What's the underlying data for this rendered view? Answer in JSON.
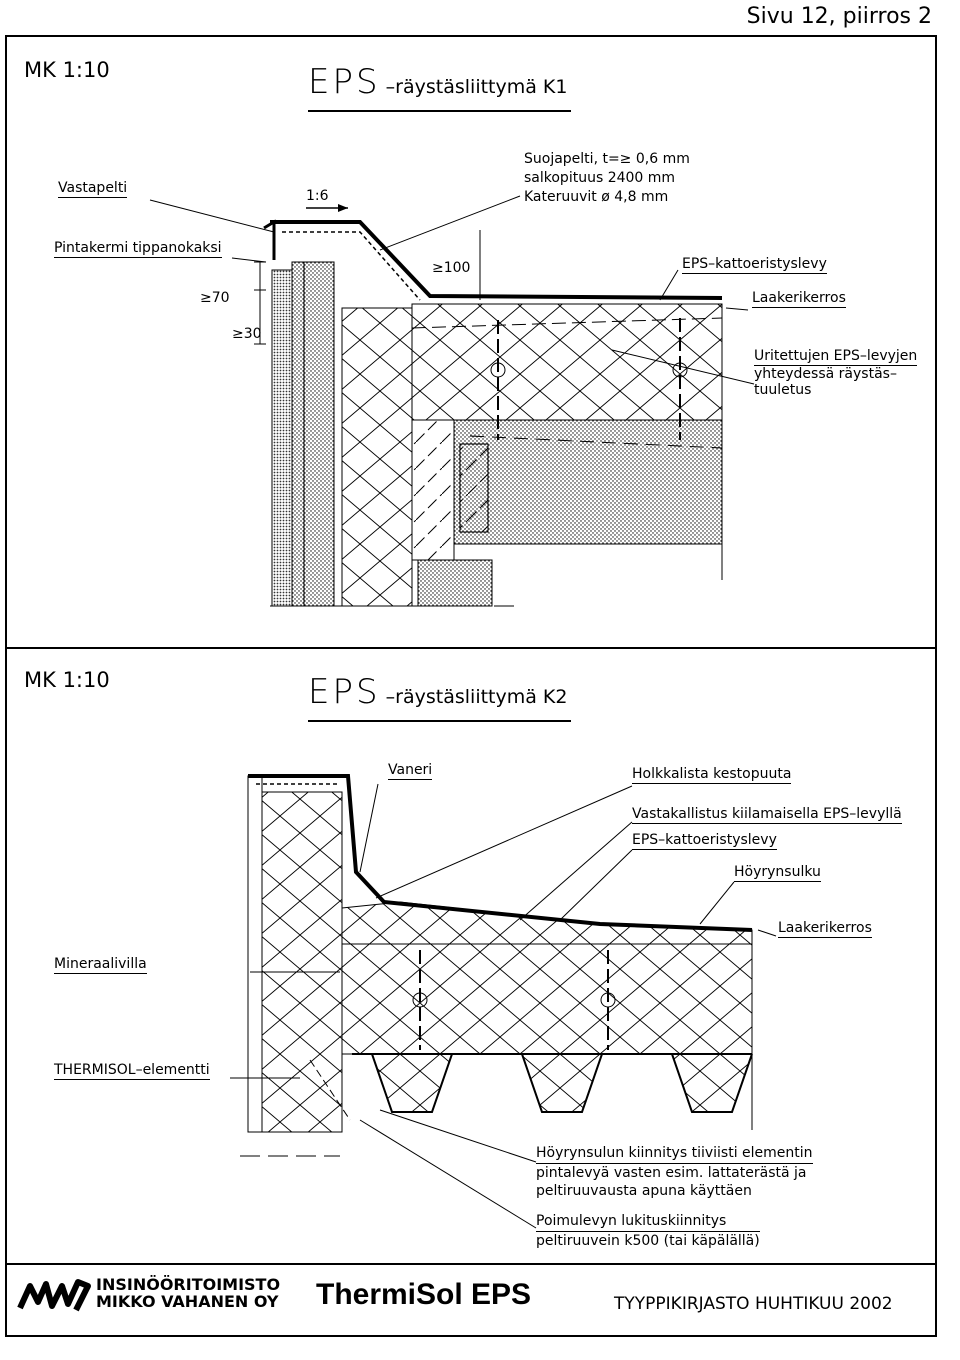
{
  "page_label": "Sivu 12, piirros 2",
  "colors": {
    "ink": "#000000",
    "paper": "#ffffff"
  },
  "detail_k1": {
    "scale": "MK 1:10",
    "title_main": "EPS",
    "title_rest": "–räystäsliittymä K1",
    "slope": "1:6",
    "dim_min_100": "≥100",
    "dim_min_70": "≥70",
    "dim_min_30": "≥30",
    "labels": {
      "vastapelti": "Vastapelti",
      "suojapelti": [
        "Suojapelti, t=≥ 0,6 mm",
        "salkopituus 2400 mm",
        "Kateruuvit ø 4,8 mm"
      ],
      "pintakermi": "Pintakermi tippanokaksi",
      "eps_kattoeristyslevy": "EPS–kattoeristyslevy",
      "laakerikerros": "Laakerikerros",
      "uritettujen": [
        "Uritettujen EPS–levyjen",
        "yhteydessä räystäs–",
        "tuuletus"
      ]
    }
  },
  "detail_k2": {
    "scale": "MK 1:10",
    "title_main": "EPS",
    "title_rest": "–räystäsliittymä K2",
    "labels": {
      "vaneri": "Vaneri",
      "holkkalista": "Holkkalista kestopuuta",
      "vastakallistus": "Vastakallistus kiilamaisella EPS–levyllä",
      "eps_kattoeristyslevy": "EPS–kattoeristyslevy",
      "hoyrynsulku": "Höyrynsulku",
      "laakerikerros": "Laakerikerros",
      "mineraalivilla": "Mineraalivilla",
      "thermisol_elementti": "THERMISOL–elementti",
      "hoyrynsulun_kiinnitys": [
        "Höyrynsulun kiinnitys tiiviisti elementin",
        "pintalevyä vasten esim. lattaterästä ja",
        "peltiruuvausta apuna käyttäen"
      ],
      "poimulevyn": [
        "Poimulevyn lukituskiinnitys",
        "peltiruuvein k500 (tai käpälällä)"
      ]
    }
  },
  "footer": {
    "office_line1": "INSINÖÖRITOIMISTO",
    "office_line2": "MIKKO VAHANEN OY",
    "logo_icon": "mv-logo-icon",
    "brand": "ThermiSol EPS",
    "library": "TYYPPIKIRJASTO HUHTIKUU 2002"
  }
}
